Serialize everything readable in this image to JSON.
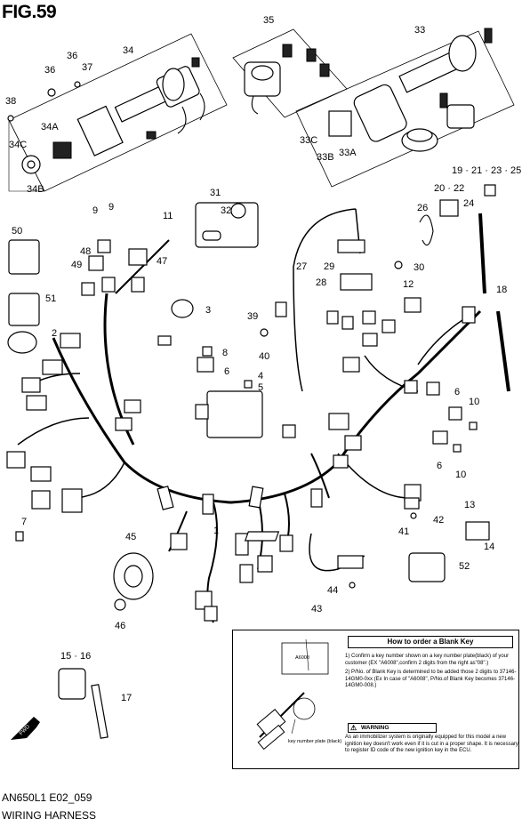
{
  "figure": {
    "title": "FIG.59",
    "code": "AN650L1 E02_059",
    "name": "WIRING HARNESS"
  },
  "callouts": [
    "1",
    "2",
    "3",
    "4",
    "5",
    "6",
    "7",
    "8",
    "9",
    "10",
    "11",
    "12",
    "13",
    "14",
    "15 · 16",
    "17",
    "18",
    "19 · 21 · 23 · 25",
    "20 · 22",
    "24",
    "26",
    "27",
    "28",
    "29",
    "30",
    "31",
    "32",
    "33",
    "33A",
    "33B",
    "33C",
    "34",
    "34A",
    "34B",
    "34C",
    "35",
    "36",
    "37",
    "38",
    "39",
    "40",
    "41",
    "42",
    "43",
    "44",
    "45",
    "46",
    "47",
    "48",
    "49",
    "50",
    "51",
    "52"
  ],
  "blank_key": {
    "title": "How to order a Blank Key",
    "plate_label": "A6008",
    "plate_caption": "key number plate (black)",
    "steps": [
      "1) Confirm a key number shown on a key number plate(black) of your customer (EX \"A6008\",confirm 2 digits from the right as\"08\".)",
      "2) P/No. of Blank Key is determined to be added those 2 digits to 37146-14GM0-0xx (Ex In case of \"A6008\", P/No.of Blank Key becomes 37146-14GM0-008.)"
    ],
    "warning_title": "WARNING",
    "warning_text": "As an immobilizer system is originally equipped for this model a new ignition key doesn't work even if it is cut in a proper shape. It is necessary to register ID code of the new ignition key in the ECU."
  },
  "fwd_label": "FWD"
}
